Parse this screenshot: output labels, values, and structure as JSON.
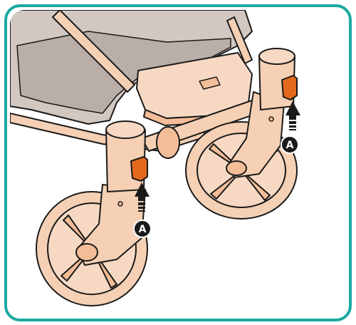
{
  "figure": {
    "frame_color": "#1aa9a1",
    "frame_stroke": "#ffffff",
    "line_color": "#1a1a1a",
    "frame_tube_color": "#f5d0b4",
    "frame_shade_color": "#f3bd98",
    "fabric_color": "#d2c7c1",
    "fabric_dark_color": "#b9aea8",
    "basket_color": "#f7d9c3",
    "release_button_color": "#e36a1c",
    "arrow_color": "#1a1a1a"
  },
  "markers": [
    {
      "label": "A",
      "target": "right-wheel-release-button"
    },
    {
      "label": "A",
      "target": "left-wheel-release-button"
    }
  ]
}
